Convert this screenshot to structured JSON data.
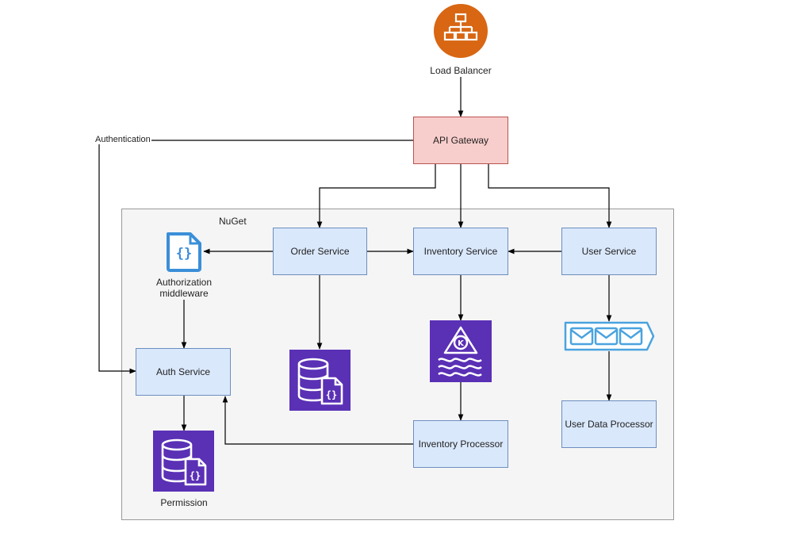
{
  "nodes": {
    "load_balancer": "Load Balancer",
    "api_gateway": "API Gateway",
    "order_service": "Order Service",
    "inventory_service": "Inventory Service",
    "user_service": "User Service",
    "auth_service": "Auth Service",
    "inventory_processor": "Inventory Processor",
    "user_data_processor": "User Data Processor",
    "authorization_middleware": "Authorization middleware",
    "permission": "Permission"
  },
  "group": {
    "label": "NuGet"
  },
  "edges": {
    "authentication": "Authentication"
  },
  "colors": {
    "service_fill": "#dae8fc",
    "service_stroke": "#6c8ebf",
    "gateway_fill": "#f8cecc",
    "gateway_stroke": "#b85450",
    "load_balancer": "#d86613",
    "aws_purple": "#5a30b5",
    "middleware_blue": "#3b8fd8",
    "queue_blue": "#4aa3df"
  },
  "icons": {
    "load_balancer": "load-balancer-icon",
    "authorization_middleware": "json-document-icon",
    "order_db": "database-icon",
    "permission_db": "database-icon",
    "kafka": "kafka-stream-icon",
    "queue": "message-queue-icon"
  }
}
